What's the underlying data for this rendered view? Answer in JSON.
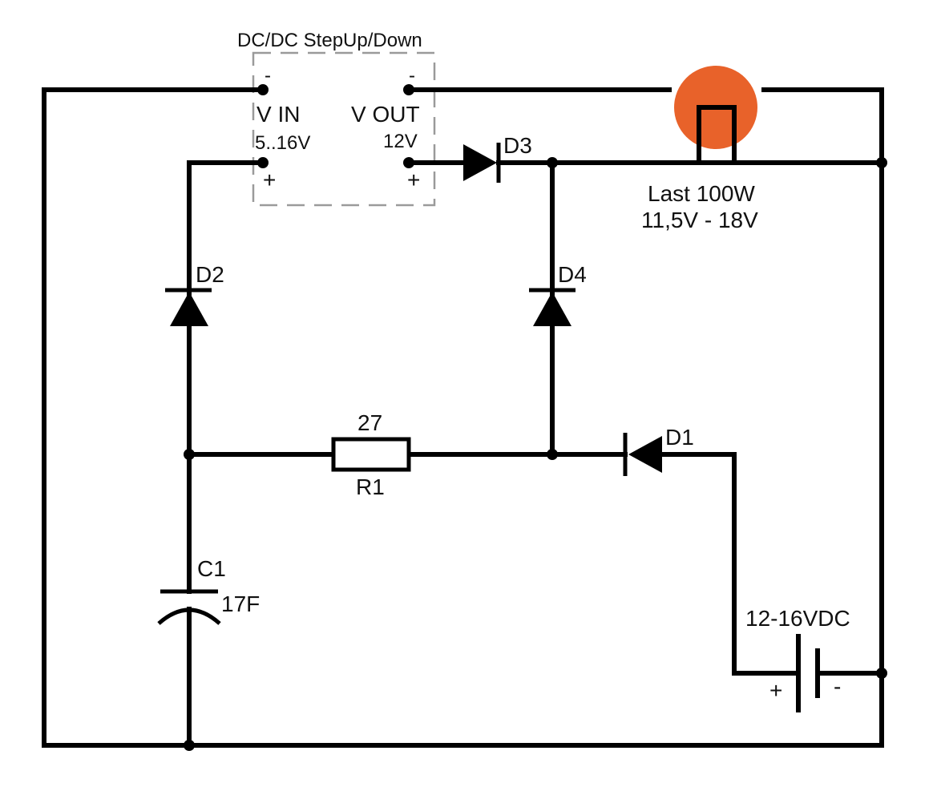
{
  "converter": {
    "title": "DC/DC StepUp/Down",
    "vin_label": "V IN",
    "vin_range": "5..16V",
    "vout_label": "V OUT",
    "vout_value": "12V",
    "minus_left": "-",
    "minus_right": "-",
    "plus_left": "+",
    "plus_right": "+"
  },
  "components": {
    "d1": "D1",
    "d2": "D2",
    "d3": "D3",
    "d4": "D4",
    "r1_name": "R1",
    "r1_value": "27",
    "c1_name": "C1",
    "c1_value": "17F",
    "battery_label": "12-16VDC",
    "battery_plus": "+",
    "battery_minus": "-"
  },
  "load": {
    "label_line1": "Last 100W",
    "label_line2": "11,5V - 18V",
    "color": "#e8622a"
  }
}
